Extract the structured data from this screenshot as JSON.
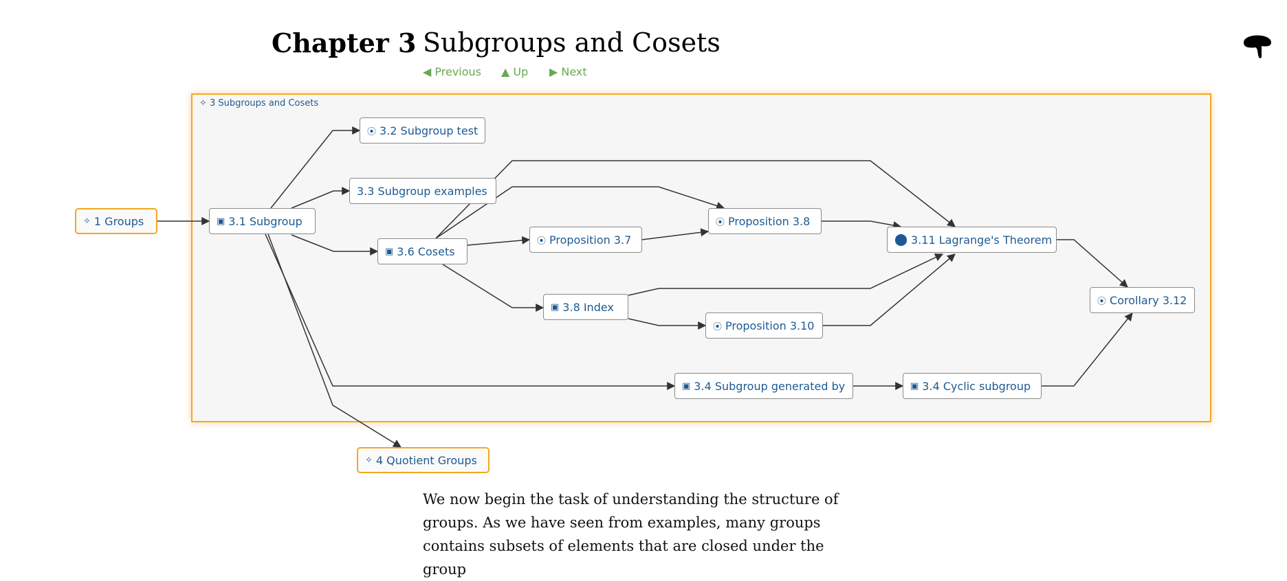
{
  "header": {
    "chapter_number": "Chapter 3",
    "chapter_title": "Subgroups and Cosets"
  },
  "nav": {
    "previous": "◀ Previous",
    "up": "▲ Up",
    "next": "▶ Next"
  },
  "logo": {
    "icon": "mushroom-logo-icon"
  },
  "graph": {
    "panel_label": "✧ 3 Subgroups and Cosets",
    "nodes": {
      "groups": {
        "icon": "✧",
        "label": "1 Groups"
      },
      "subgroup": {
        "icon": "▣",
        "label": "3.1 Subgroup"
      },
      "subgroup_test": {
        "icon": "⦿",
        "label": "3.2 Subgroup test"
      },
      "subgroup_examples": {
        "icon": "",
        "label": "3.3 Subgroup examples"
      },
      "cosets": {
        "icon": "▣",
        "label": "3.6 Cosets"
      },
      "prop37": {
        "icon": "⦿",
        "label": "Proposition 3.7"
      },
      "prop38": {
        "icon": "⦿",
        "label": "Proposition 3.8"
      },
      "lagrange": {
        "icon": "⬤",
        "label": "3.11 Lagrange's Theorem"
      },
      "index": {
        "icon": "▣",
        "label": "3.8 Index"
      },
      "prop310": {
        "icon": "⦿",
        "label": "Proposition 3.10"
      },
      "corollary": {
        "icon": "⦿",
        "label": "Corollary 3.12"
      },
      "generated": {
        "icon": "▣",
        "label": "3.4 Subgroup generated by"
      },
      "cyclic": {
        "icon": "▣",
        "label": "3.4 Cyclic subgroup"
      },
      "quotient": {
        "icon": "✧",
        "label": "4 Quotient Groups"
      }
    }
  },
  "body": {
    "paragraph_lines": [
      "We now begin the task of understanding the structure of",
      "groups. As we have seen from examples, many groups",
      "contains subsets of elements that are closed under the group"
    ]
  },
  "colors": {
    "link": "#1d5a93",
    "nav": "#6aa84f",
    "highlight_border": "#f5a623",
    "panel_bg": "#f6f6f6"
  }
}
